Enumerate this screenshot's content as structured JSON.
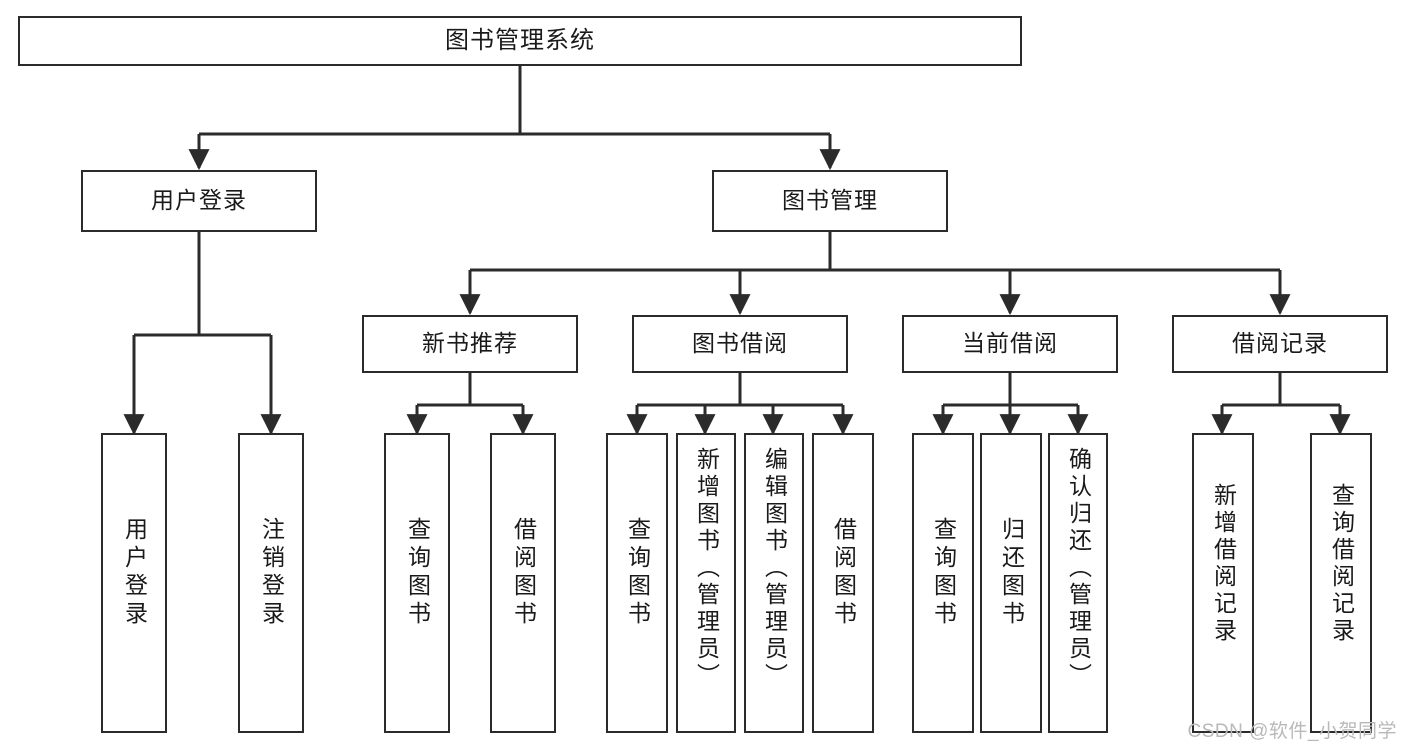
{
  "diagram": {
    "title": "图书管理系统",
    "type": "tree",
    "watermark": "CSDN @软件_小贺同学",
    "colors": {
      "box_border": "#2b2b2b",
      "box_fill": "#ffffff",
      "connector": "#2b2b2b",
      "text": "#1a1a1a",
      "watermark": "#b9b9b9"
    },
    "root": {
      "label": "图书管理系统"
    },
    "level2": [
      {
        "id": "user-login",
        "label": "用户登录"
      },
      {
        "id": "book-management",
        "label": "图书管理"
      }
    ],
    "level3": [
      {
        "id": "new-book-recommend",
        "label": "新书推荐",
        "parent": "book-management"
      },
      {
        "id": "book-borrow",
        "label": "图书借阅",
        "parent": "book-management"
      },
      {
        "id": "current-borrow",
        "label": "当前借阅",
        "parent": "book-management"
      },
      {
        "id": "borrow-record",
        "label": "借阅记录",
        "parent": "book-management"
      }
    ],
    "leaves": [
      {
        "id": "leaf-user-login",
        "label": "用户登录",
        "parent": "user-login"
      },
      {
        "id": "leaf-logout-login",
        "label": "注销登录",
        "parent": "user-login"
      },
      {
        "id": "leaf-query-book-1",
        "label": "查询图书",
        "parent": "new-book-recommend"
      },
      {
        "id": "leaf-borrow-book-1",
        "label": "借阅图书",
        "parent": "new-book-recommend"
      },
      {
        "id": "leaf-query-book-2",
        "label": "查询图书",
        "parent": "book-borrow"
      },
      {
        "id": "leaf-add-book",
        "label": "新增图书（管理员）",
        "parent": "book-borrow"
      },
      {
        "id": "leaf-edit-book",
        "label": "编辑图书（管理员）",
        "parent": "book-borrow"
      },
      {
        "id": "leaf-borrow-book-2",
        "label": "借阅图书",
        "parent": "book-borrow"
      },
      {
        "id": "leaf-query-book-3",
        "label": "查询图书",
        "parent": "current-borrow"
      },
      {
        "id": "leaf-return-book",
        "label": "归还图书",
        "parent": "current-borrow"
      },
      {
        "id": "leaf-confirm-return",
        "label": "确认归还（管理员）",
        "parent": "current-borrow"
      },
      {
        "id": "leaf-add-record",
        "label": "新增借阅记录",
        "parent": "borrow-record"
      },
      {
        "id": "leaf-query-record",
        "label": "查询借阅记录",
        "parent": "borrow-record"
      }
    ]
  }
}
